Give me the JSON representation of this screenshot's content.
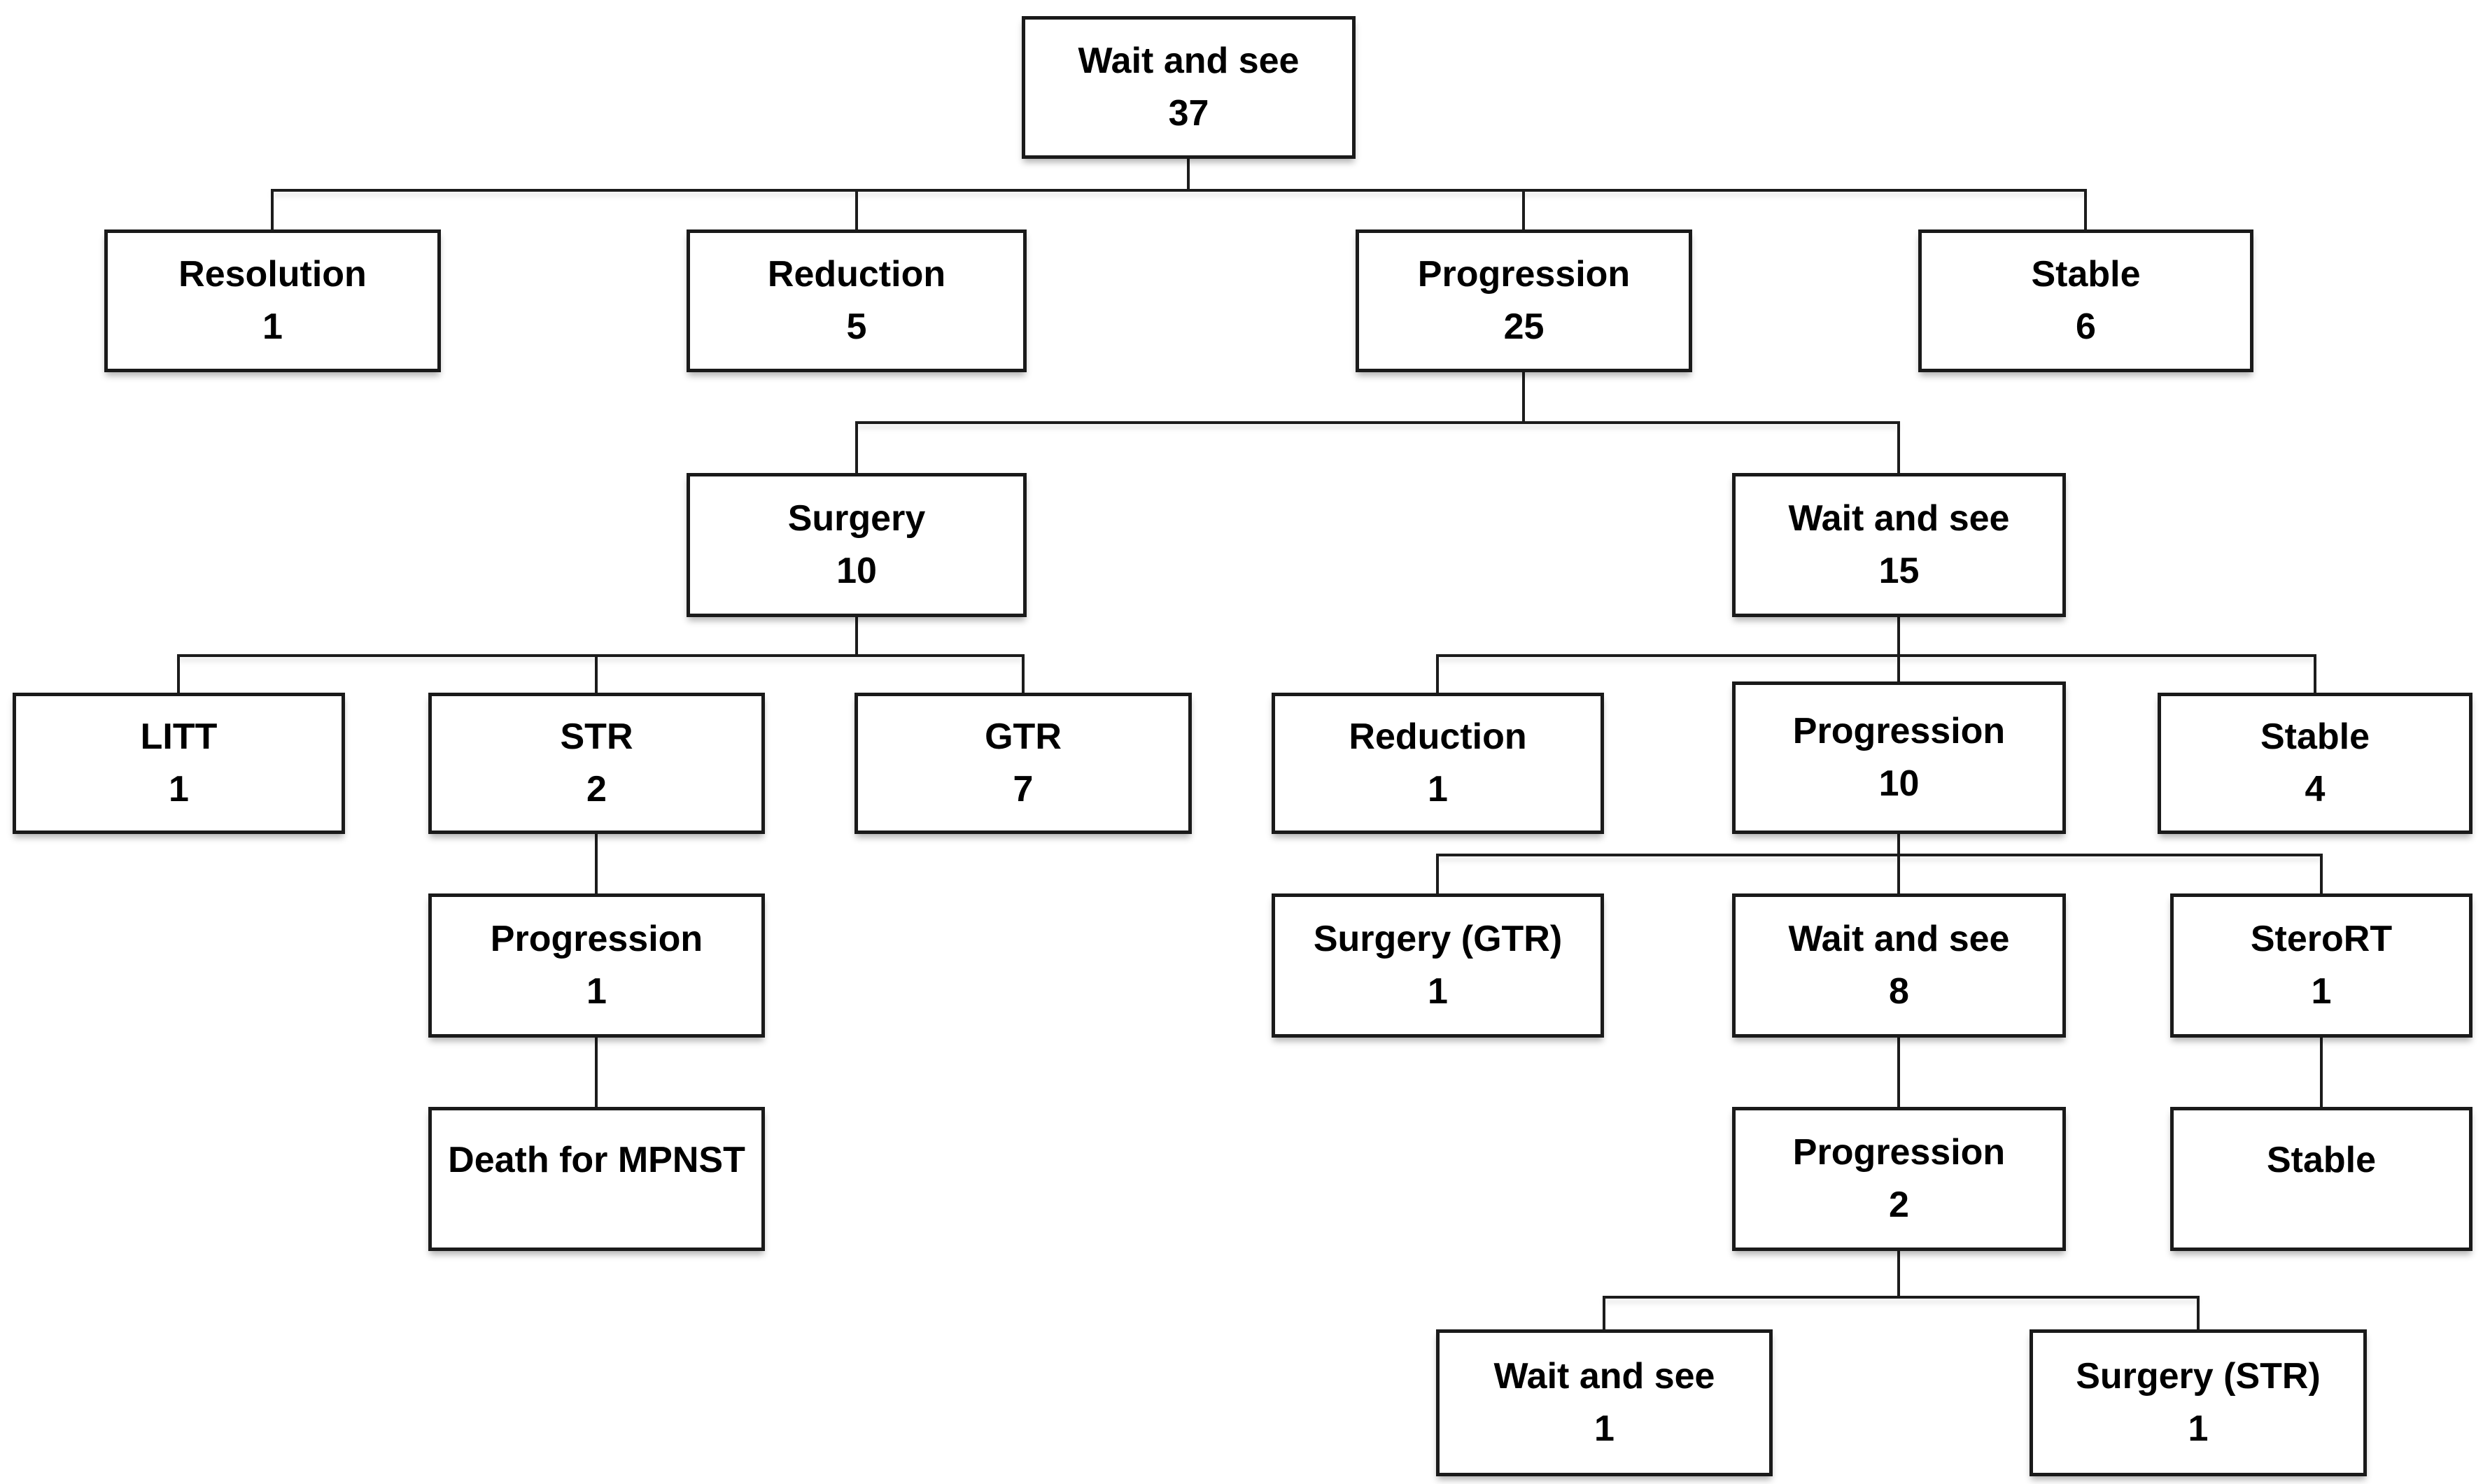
{
  "diagram_type": "flowchart-tree",
  "colors": {
    "background": "#ffffff",
    "box_fill": "#ffffff",
    "box_border": "#1a1a1a",
    "line": "#1c1c1c",
    "text": "#000000"
  },
  "nodes": {
    "root": {
      "label": "Wait and see",
      "count": "37"
    },
    "resolution1": {
      "label": "Resolution",
      "count": "1"
    },
    "reduction5": {
      "label": "Reduction",
      "count": "5"
    },
    "progression25": {
      "label": "Progression",
      "count": "25"
    },
    "stable6": {
      "label": "Stable",
      "count": "6"
    },
    "surgery10": {
      "label": "Surgery",
      "count": "10"
    },
    "waitandsee15": {
      "label": "Wait and see",
      "count": "15"
    },
    "litt1": {
      "label": "LITT",
      "count": "1"
    },
    "str2": {
      "label": "STR",
      "count": "2"
    },
    "gtr7": {
      "label": "GTR",
      "count": "7"
    },
    "reduction1": {
      "label": "Reduction",
      "count": "1"
    },
    "progression10": {
      "label": "Progression",
      "count": "10"
    },
    "stable4": {
      "label": "Stable",
      "count": "4"
    },
    "progression1": {
      "label": "Progression",
      "count": "1"
    },
    "surgery_gtr1": {
      "label": "Surgery (GTR)",
      "count": "1"
    },
    "waitandsee8": {
      "label": "Wait and see",
      "count": "8"
    },
    "sterort1": {
      "label": "SteroRT",
      "count": "1"
    },
    "death_mpnst": {
      "label": "Death for MPNST",
      "count": ""
    },
    "progression2": {
      "label": "Progression",
      "count": "2"
    },
    "stable_plain": {
      "label": "Stable",
      "count": ""
    },
    "waitandsee1": {
      "label": "Wait and see",
      "count": "1"
    },
    "surgery_str1": {
      "label": "Surgery (STR)",
      "count": "1"
    }
  },
  "edges": [
    {
      "from": "root",
      "to": "resolution1"
    },
    {
      "from": "root",
      "to": "reduction5"
    },
    {
      "from": "root",
      "to": "progression25"
    },
    {
      "from": "root",
      "to": "stable6"
    },
    {
      "from": "progression25",
      "to": "surgery10"
    },
    {
      "from": "progression25",
      "to": "waitandsee15"
    },
    {
      "from": "surgery10",
      "to": "litt1"
    },
    {
      "from": "surgery10",
      "to": "str2"
    },
    {
      "from": "surgery10",
      "to": "gtr7"
    },
    {
      "from": "str2",
      "to": "progression1"
    },
    {
      "from": "progression1",
      "to": "death_mpnst"
    },
    {
      "from": "waitandsee15",
      "to": "reduction1"
    },
    {
      "from": "waitandsee15",
      "to": "progression10"
    },
    {
      "from": "waitandsee15",
      "to": "stable4"
    },
    {
      "from": "progression10",
      "to": "surgery_gtr1"
    },
    {
      "from": "progression10",
      "to": "waitandsee8"
    },
    {
      "from": "progression10",
      "to": "sterort1"
    },
    {
      "from": "waitandsee8",
      "to": "progression2"
    },
    {
      "from": "sterort1",
      "to": "stable_plain"
    },
    {
      "from": "progression2",
      "to": "waitandsee1"
    },
    {
      "from": "progression2",
      "to": "surgery_str1"
    }
  ]
}
